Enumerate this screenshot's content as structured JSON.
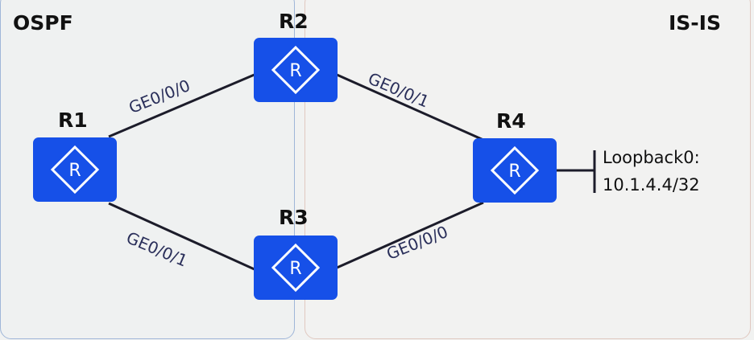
{
  "areas": {
    "left": "OSPF",
    "right": "IS-IS"
  },
  "routers": {
    "r1": "R1",
    "r2": "R2",
    "r3": "R3",
    "r4": "R4"
  },
  "router_icon_letter": "R",
  "ports": {
    "r1_r2": "GE0/0/0",
    "r2_r4": "GE0/0/1",
    "r1_r3": "GE0/0/1",
    "r3_r4": "GE0/0/0"
  },
  "loopback": {
    "name": "Loopback0:",
    "address": "10.1.4.4/32"
  },
  "colors": {
    "router": "#1650e8",
    "link": "#1c1c2a"
  }
}
